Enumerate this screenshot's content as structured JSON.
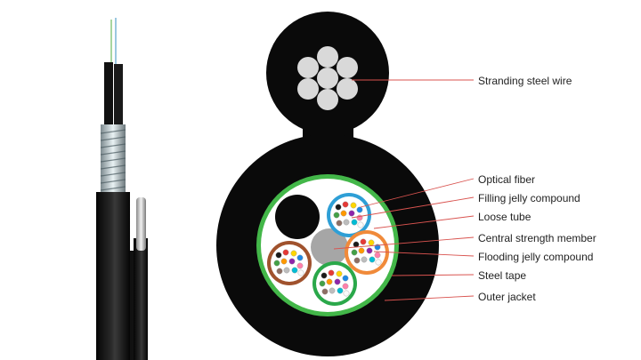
{
  "labels": [
    {
      "id": "stranding-steel-wire",
      "text": "Stranding steel wire"
    },
    {
      "id": "optical-fiber",
      "text": "Optical fiber"
    },
    {
      "id": "filling-jelly-compound",
      "text": "Filling jelly compound"
    },
    {
      "id": "loose-tube",
      "text": "Loose tube"
    },
    {
      "id": "central-strength-member",
      "text": "Central strength member"
    },
    {
      "id": "flooding-jelly-compound",
      "text": "Flooding jelly compound"
    },
    {
      "id": "steel-tape",
      "text": "Steel tape"
    },
    {
      "id": "outer-jacket",
      "text": "Outer jacket"
    }
  ],
  "colors": {
    "jacket": "#0a0a0a",
    "steel_tape": "#43b749",
    "tube_blue": "#2e9fd6",
    "tube_orange": "#f08a3a",
    "tube_brown": "#a0522d",
    "tube_green": "#2aa84a",
    "strength_member": "#a6a6a6",
    "steel_wire": "#d9d9d9",
    "leader_line": "#d9534f",
    "fiber_colors": [
      "#1a1a1a",
      "#e53935",
      "#ffd600",
      "#1e88e5",
      "#43a047",
      "#ff9800",
      "#8e24aa",
      "#ff80ab",
      "#8d6e63",
      "#bdbdbd",
      "#00bcd4",
      "#fafafa"
    ]
  }
}
